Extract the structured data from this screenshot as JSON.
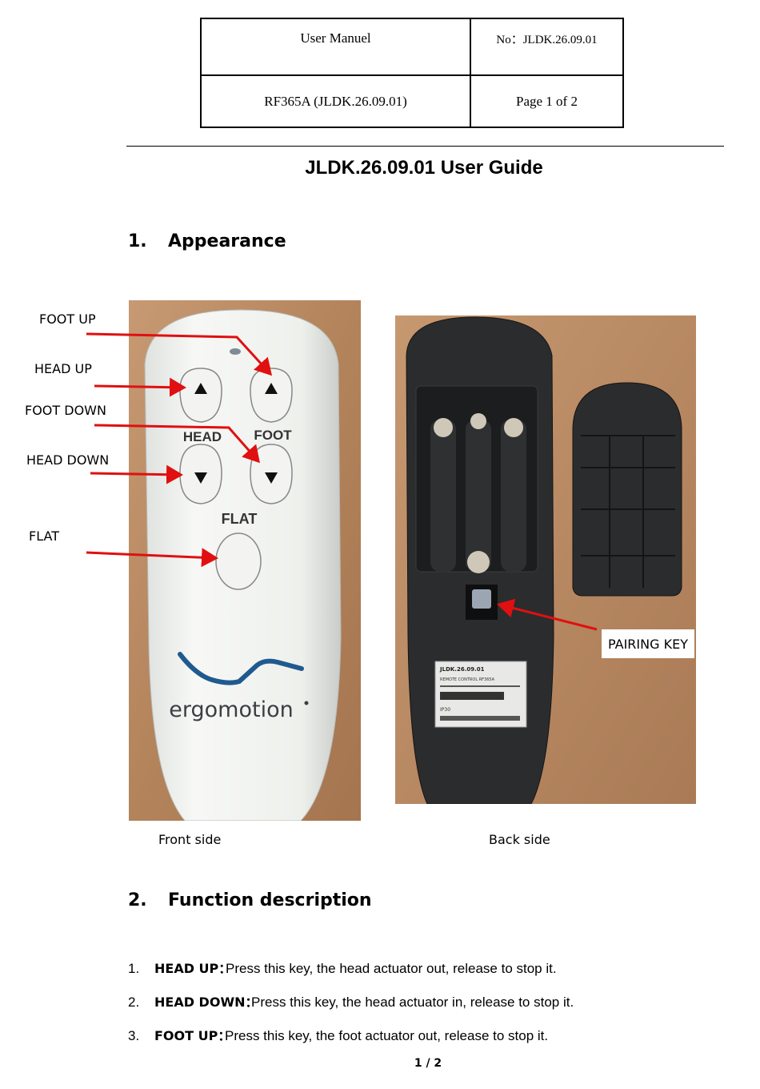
{
  "header": {
    "doc_type": "User Manuel",
    "number": "No：JLDK.26.09.01",
    "model": "RF365A (JLDK.26.09.01)",
    "page": "Page 1 of 2"
  },
  "title": "JLDK.26.09.01 User Guide",
  "sections": [
    {
      "num": "1.",
      "title": "Appearance"
    },
    {
      "num": "2.",
      "title": "Function description"
    }
  ],
  "callouts": {
    "foot_up": "FOOT UP",
    "head_up": "HEAD UP",
    "foot_down": "FOOT DOWN",
    "head_down": "HEAD DOWN",
    "flat": "FLAT",
    "pairing_key": "PAIRING KEY"
  },
  "remote_front": {
    "head_label": "HEAD",
    "foot_label": "FOOT",
    "flat_label": "FLAT",
    "brand": "ergomotion"
  },
  "remote_back": {
    "label_title": "JLDK.26.09.01",
    "label_line": "REMOTE CONTROL RF365A",
    "label_rating": "IP30"
  },
  "captions": {
    "front": "Front side",
    "back": "Back side"
  },
  "functions": [
    {
      "num": "1.",
      "key": "HEAD UP：",
      "desc": "Press this key, the head actuator out, release to stop it."
    },
    {
      "num": "2.",
      "key": "HEAD DOWN：",
      "desc": "Press this key, the head actuator in, release to stop it."
    },
    {
      "num": "3.",
      "key": "FOOT UP：",
      "desc": "Press this key, the foot actuator out, release to stop it."
    }
  ],
  "page_number": "1 / 2",
  "colors": {
    "arrow": "#e01010",
    "remote_front_body": "#f4f5f2",
    "remote_back_body": "#2b2c2e",
    "wood_background": "#b98a62",
    "brand_blue": "#1f5a8f"
  }
}
